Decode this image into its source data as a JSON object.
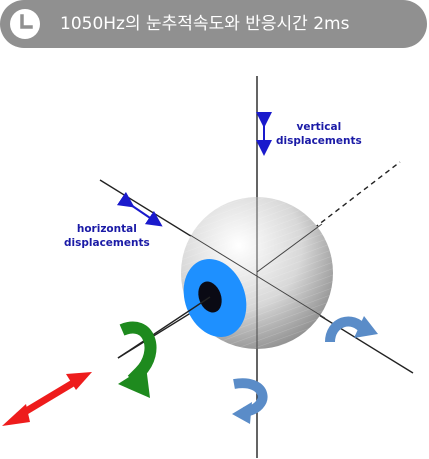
{
  "header": {
    "title": "1050Hz의 눈추적속도와 반응시간 2ms",
    "icon": "clock-icon"
  },
  "diagram": {
    "vertical_label_line1": "vertical",
    "vertical_label_line2": "displacements",
    "horizontal_label_line1": "horizontal",
    "horizontal_label_line2": "displacements",
    "colors": {
      "header_bg": "#909090",
      "label_text": "#1a1aa6",
      "iris": "#1e90ff",
      "green_arrow": "#1e8a1e",
      "red_arrow": "#ee1c1c",
      "blue_rotation_arrow": "#5a8cc8"
    }
  }
}
